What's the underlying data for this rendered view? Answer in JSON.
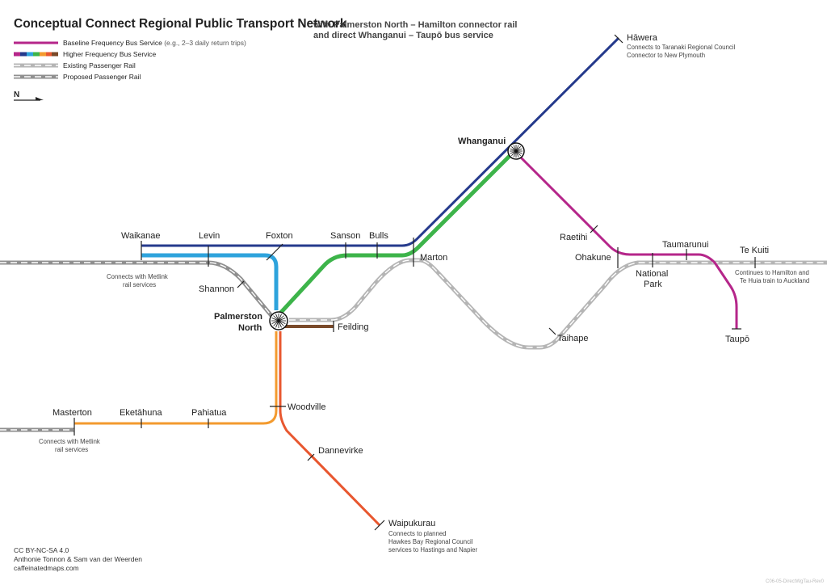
{
  "colors": {
    "baseline": "#b5268a",
    "frequent_blue": "#2ea3dc",
    "frequent_navy": "#253a8c",
    "frequent_green": "#3db44a",
    "frequent_brown": "#7a4a2a",
    "frequent_orange": "#f39a2e",
    "frequent_redorange": "#e8572f",
    "rail_existing": "#b5b5b5",
    "rail_proposed": "#8f8f8f"
  },
  "header": {
    "title": "Conceptual Connect Regional Public Transport Network",
    "subtitle_line1": "with Palmerston North – Hamilton connector rail",
    "subtitle_line2": "and direct Whanganui – Taupō bus service"
  },
  "legend": {
    "baseline_label": "Baseline Frequency Bus Service",
    "baseline_note": "(e.g., 2–3 daily return trips)",
    "higher_label": "Higher Frequency Bus Service",
    "existing_rail_label": "Existing Passenger Rail",
    "proposed_rail_label": "Proposed Passenger Rail",
    "north_label": "N"
  },
  "stations": {
    "hawera": "Hāwera",
    "whanganui": "Whanganui",
    "waikanae": "Waikanae",
    "levin": "Levin",
    "foxton": "Foxton",
    "sanson": "Sanson",
    "bulls": "Bulls",
    "marton": "Marton",
    "raetihi": "Raetihi",
    "ohakune": "Ohakune",
    "taumarunui": "Taumarunui",
    "te_kuiti": "Te Kuiti",
    "national_park_1": "National",
    "national_park_2": "Park",
    "taupo": "Taupō",
    "taihape": "Taihape",
    "shannon": "Shannon",
    "palmerston_north_1": "Palmerston",
    "palmerston_north_2": "North",
    "feilding": "Feilding",
    "woodville": "Woodville",
    "masterton": "Masterton",
    "eketahuna": "Eketāhuna",
    "pahiatua": "Pahiatua",
    "dannevirke": "Dannevirke",
    "waipukurau": "Waipukurau"
  },
  "notes": {
    "hawera_1": "Connects to Taranaki Regional Council",
    "hawera_2": "Connector to New Plymouth",
    "waikanae_1": "Connects with Metlink",
    "waikanae_2": "rail services",
    "tekuiti_1": "Continues to Hamilton and",
    "tekuiti_2": "Te Huia train to Auckland",
    "masterton_1": "Connects with Metlink",
    "masterton_2": "rail services",
    "waipukurau_1": "Connects to planned",
    "waipukurau_2": "Hawkes Bay Regional Council",
    "waipukurau_3": "services to Hastings and Napier"
  },
  "credits": {
    "license": "CC BY-NC-SA 4.0",
    "authors": "Anthonie Tonnon & Sam van der Weerden",
    "site": "caffeinatedmaps.com",
    "version": "C06-05-DirectWgTau-Rev0"
  }
}
